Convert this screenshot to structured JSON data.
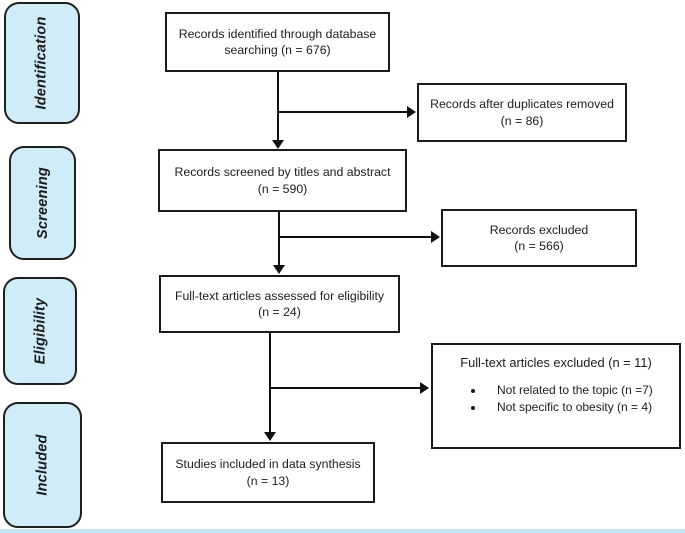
{
  "figure": {
    "type": "prisma-flow-diagram",
    "stages": [
      {
        "label": "Identification"
      },
      {
        "label": "Screening"
      },
      {
        "label": "Eligibility"
      },
      {
        "label": "Included"
      }
    ],
    "boxes": {
      "identified": {
        "line1": "Records identified through database",
        "line2": "searching (n = 676)"
      },
      "duplicates_removed": {
        "line1": "Records after duplicates removed",
        "line2": "(n = 86)"
      },
      "screened": {
        "line1": "Records screened by titles and abstract",
        "line2": "(n = 590)"
      },
      "records_excluded": {
        "line1": "Records excluded",
        "line2": "(n = 566)"
      },
      "fulltext_assessed": {
        "line1": "Full-text articles assessed for eligibility",
        "line2": "(n = 24)"
      },
      "fulltext_excluded": {
        "title": "Full-text articles excluded (n = 11)",
        "bullets": [
          "Not related to the topic (n =7)",
          "Not specific to obesity (n = 4)"
        ]
      },
      "included_synthesis": {
        "line1": "Studies included in data synthesis",
        "line2": "(n = 13)"
      }
    },
    "colors": {
      "stage_fill": "#d0ecf8",
      "stage_border": "#1f1f1f",
      "box_border": "#1a1a1a",
      "arrow": "#111111",
      "bottom_bar": "#c2e6f4"
    }
  }
}
